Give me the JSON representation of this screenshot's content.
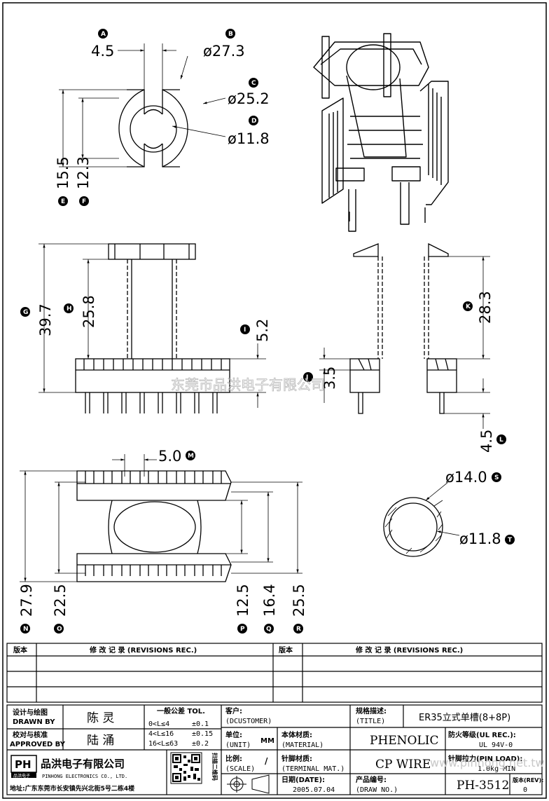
{
  "top_view": {
    "dim_a": "4.5",
    "dim_b": "ø27.3",
    "dim_c": "ø25.2",
    "dim_d": "ø11.8",
    "dim_e": "15.5",
    "dim_f": "12.3",
    "markers": {
      "a": "A",
      "b": "B",
      "c": "C",
      "d": "D",
      "e": "E",
      "f": "F"
    }
  },
  "front_view": {
    "dim_g": "39.7",
    "dim_h": "25.8",
    "dim_i": "5.2",
    "markers": {
      "g": "G",
      "h": "H",
      "i": "I"
    }
  },
  "side_view": {
    "dim_j": "3.5",
    "dim_k": "28.3",
    "dim_l": "4.5",
    "markers": {
      "j": "J",
      "k": "K",
      "l": "L"
    }
  },
  "bottom_view": {
    "dim_m": "5.0",
    "dim_n": "27.9",
    "dim_o": "22.5",
    "dim_p": "12.5",
    "dim_q": "16.4",
    "dim_r": "25.5",
    "markers": {
      "m": "M",
      "n": "N",
      "o": "O",
      "p": "P",
      "q": "Q",
      "r": "R"
    }
  },
  "tube_view": {
    "dim_s": "ø14.0",
    "dim_t": "ø11.8",
    "markers": {
      "s": "S",
      "t": "T"
    }
  },
  "watermark": "东莞市品洪电子有限公司",
  "watermark_url": "www.pinhong.net.tw",
  "revisions": {
    "col_version": "版本",
    "col_record": "修 改 记 录 (REVISIONS REC.)"
  },
  "title_block": {
    "designed_cn": "设计与绘图",
    "designed_en": "DRAWN BY",
    "designer": "陈 灵",
    "approved_cn": "校对与核准",
    "approved_en": "APPROVED BY",
    "approver": "陆 涌",
    "tol_title": "一般公差 TOL.",
    "tol_rows": [
      {
        "range": "0<L≤4",
        "value": "±0.1"
      },
      {
        "range": "4<L≤16",
        "value": "±0.15"
      },
      {
        "range": "16<L≤63",
        "value": "±0.2"
      }
    ],
    "customer_cn": "客户:",
    "customer_en": "(DCUSTOMER)",
    "spec_cn": "规格描述:",
    "spec_en": "(TITLE)",
    "spec_value": "ER35立式单槽(8+8P)",
    "unit_cn": "单位:",
    "unit_en": "(UNIT)",
    "unit_value": "MM",
    "material_cn": "本体材质:",
    "material_en": "(MATERIAL)",
    "material_value": "PHENOLIC",
    "ul_cn": "防火等级(UL REC.):",
    "ul_value": "UL 94V-0",
    "scale_cn": "比例:",
    "scale_en": "(SCALE)",
    "scale_value": "/",
    "terminal_cn": "针脚材质:",
    "terminal_en": "(TERMINAL MAT.)",
    "terminal_value": "CP WIRE",
    "pinload_cn": "针脚拉力(PIN LOAD):",
    "pinload_value": "1.0kg MIN",
    "date_cn": "日期(DATE):",
    "date_value": "2005.07.04",
    "drawno_cn": "产品编号:",
    "drawno_en": "(DRAW NO.)",
    "drawno_value": "PH-3512",
    "rev_cn": "版本(REV):",
    "rev_value": "0",
    "company_logo": "PH",
    "company_logo_sub": "品洪电子",
    "company_cn": "品洪电子有限公司",
    "company_en": "PINHONG ELECTRONICS CO., LTD.",
    "address": "地址:广东东莞市长安镇先兴北街5号二栋4楼",
    "qr_caption": "扫描二维码"
  }
}
